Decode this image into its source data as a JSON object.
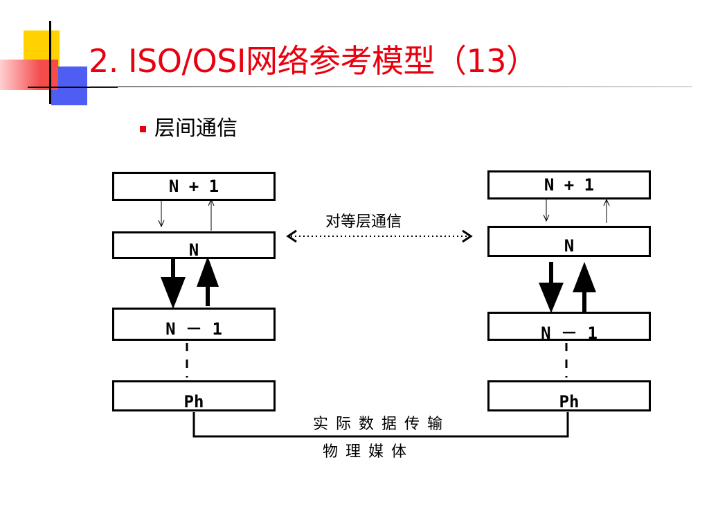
{
  "slide": {
    "title": "2. ISO/OSI网络参考模型（13）",
    "bullet": "层间通信",
    "accent_color": "#e8000f",
    "decor_colors": {
      "yellow": "#ffd200",
      "blue": "#4f5ef2",
      "red": "#f44b4b"
    }
  },
  "diagram": {
    "left_stack": {
      "upper": "N + 1",
      "middle": "N",
      "lower": "N － 1",
      "physical": "Ph"
    },
    "right_stack": {
      "upper": "N + 1",
      "middle": "N",
      "lower": "N － 1",
      "physical": "Ph"
    },
    "peer_label": "对等层通信",
    "medium_line1": "实 际 数 据 传 输",
    "medium_line2": "物 理 媒 体"
  }
}
